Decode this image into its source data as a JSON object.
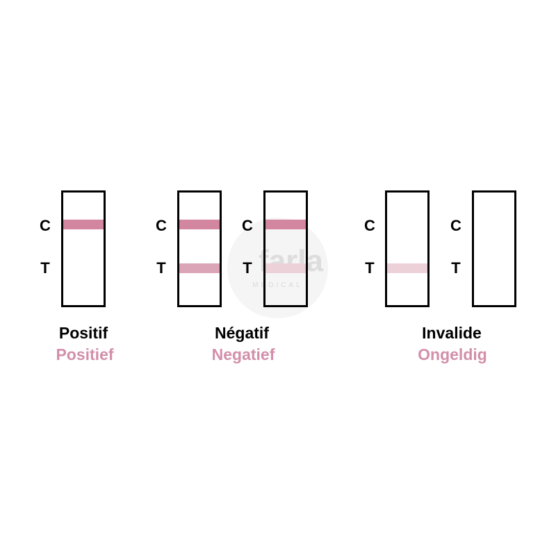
{
  "line_labels": {
    "control": "C",
    "test": "T"
  },
  "colors": {
    "control_band": "#d2869f",
    "test_band": "#dca4b7",
    "faint_band": "#edd1d8",
    "caption_secondary": "#d28fab"
  },
  "groups": [
    {
      "caption_fr": "Positif",
      "caption_nl": "Positief"
    },
    {
      "caption_fr": "Négatif",
      "caption_nl": "Negatief"
    },
    {
      "caption_fr": "Invalide",
      "caption_nl": "Ongeldig"
    }
  ],
  "watermark": {
    "brand": "farla",
    "sub": "MEDICAL"
  }
}
